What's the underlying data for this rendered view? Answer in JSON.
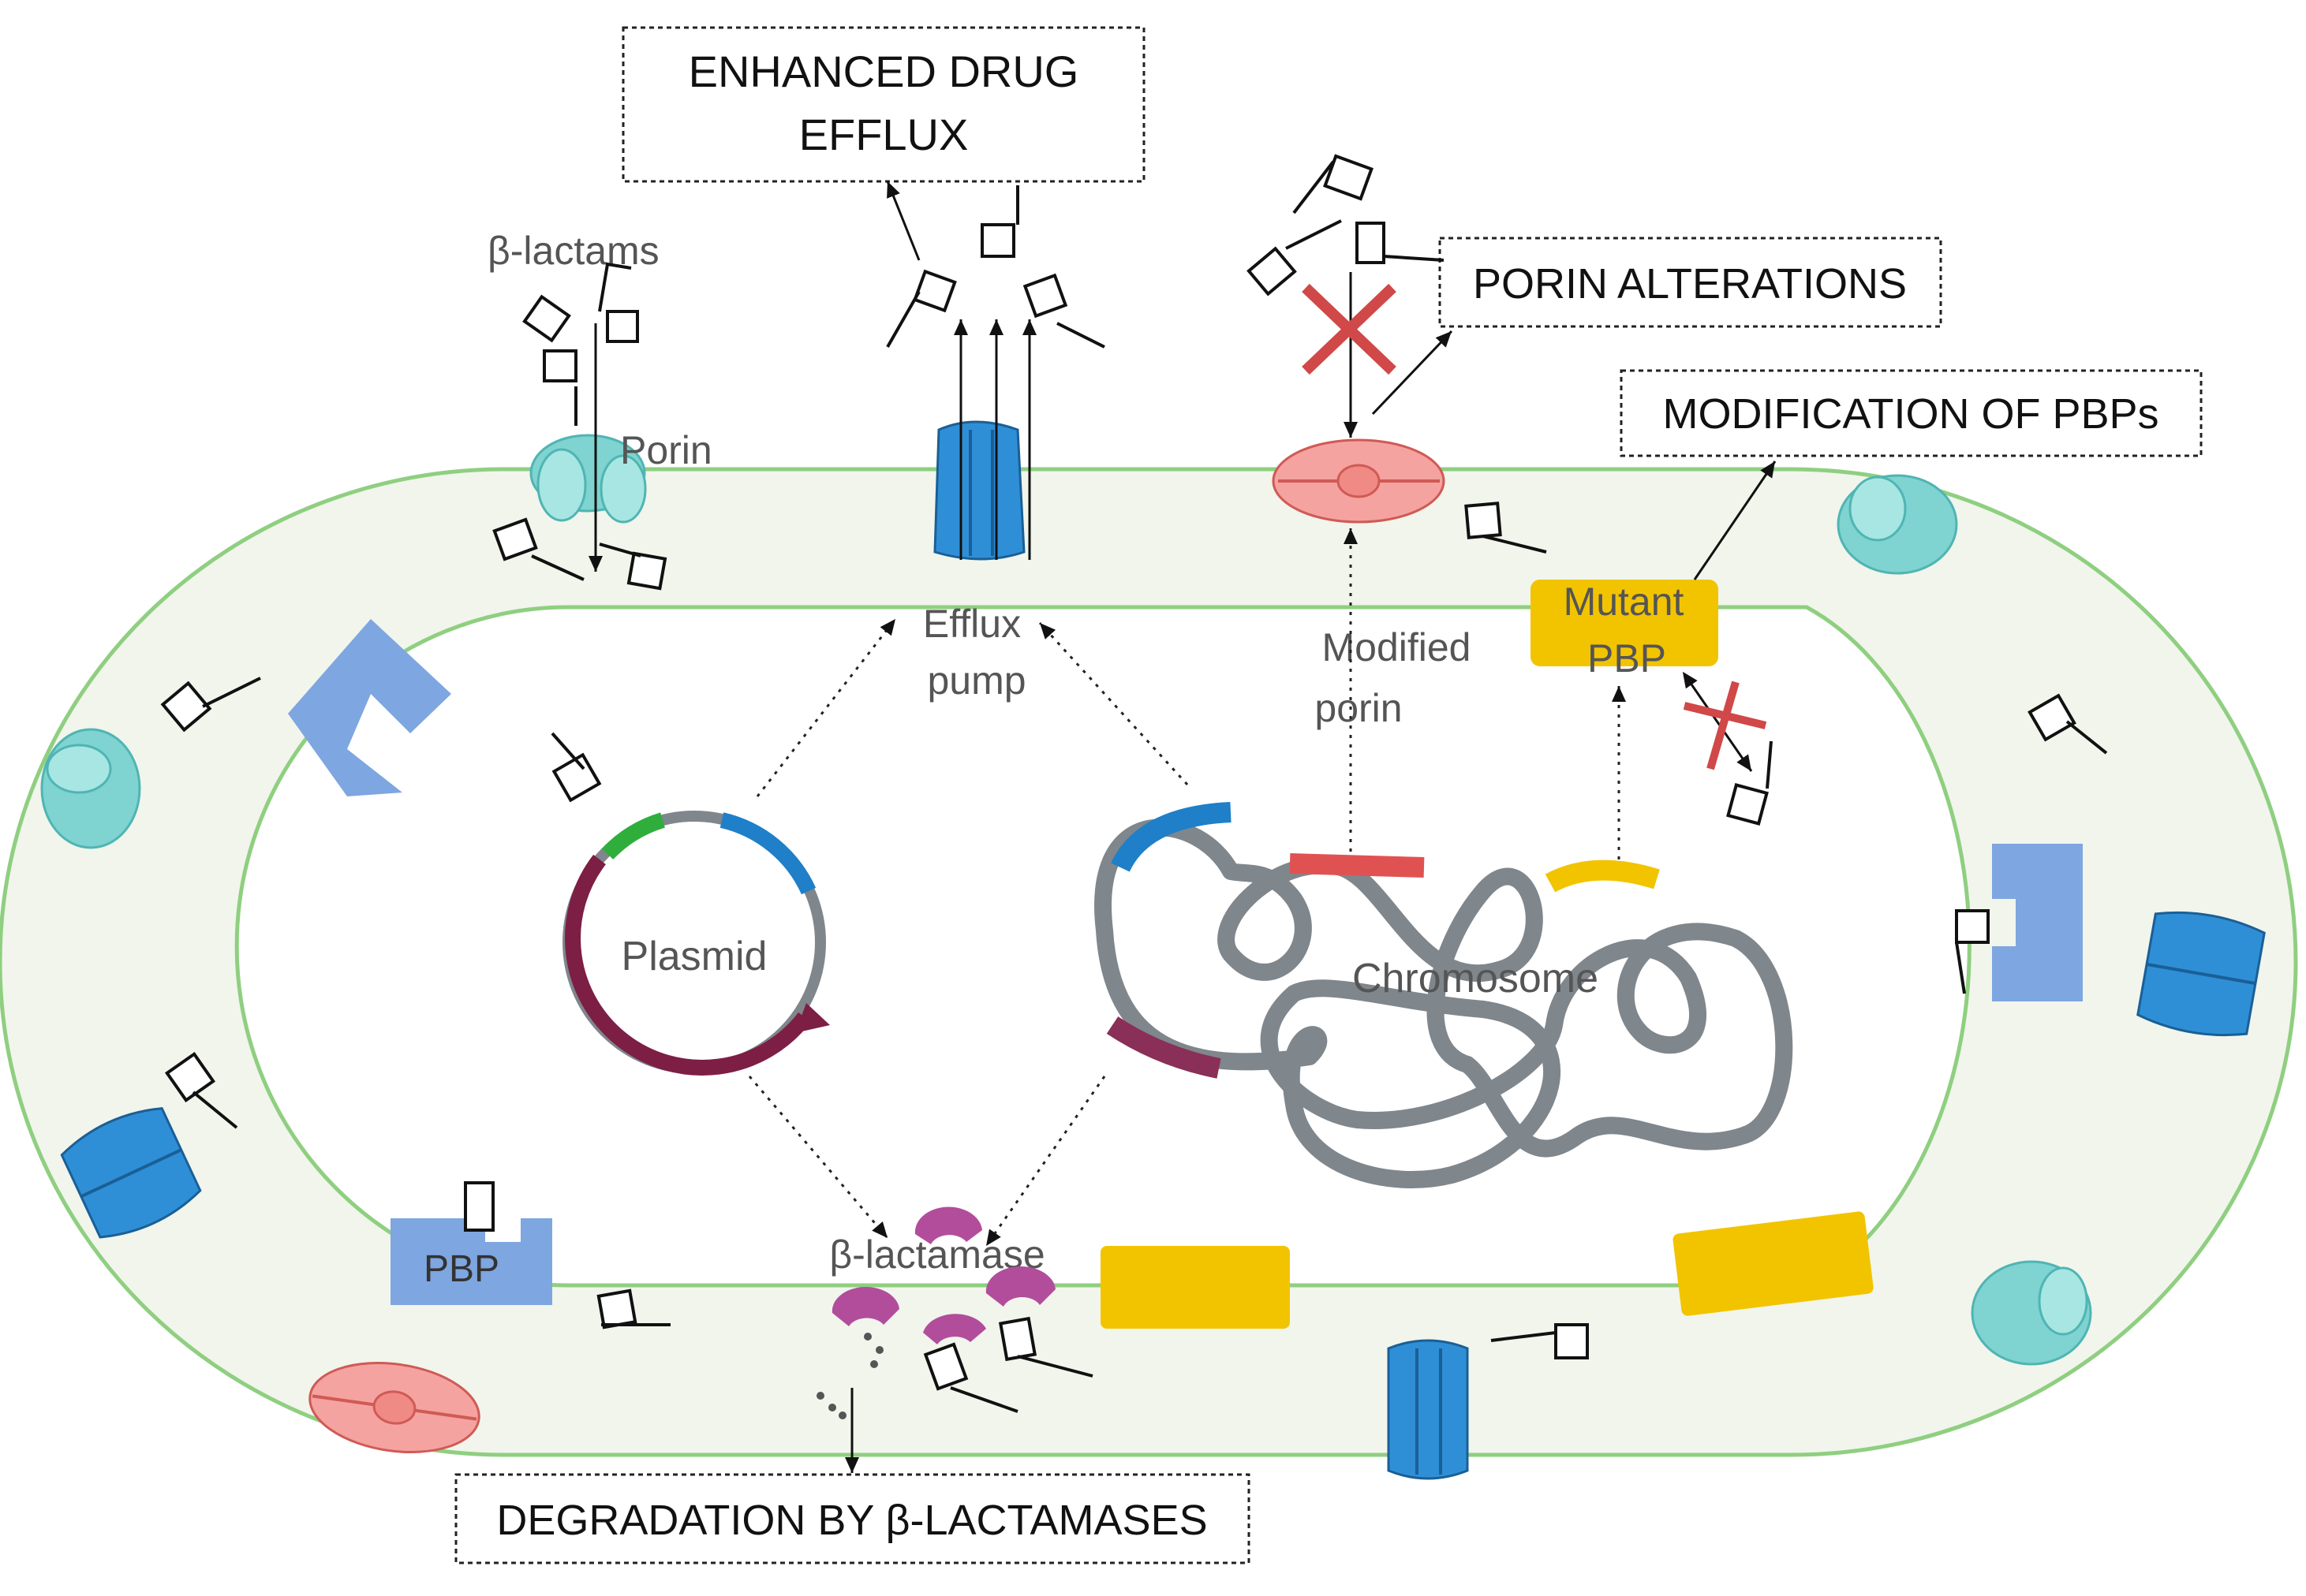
{
  "boxes": {
    "efflux": [
      "ENHANCED DRUG",
      "EFFLUX"
    ],
    "porin": "PORIN ALTERATIONS",
    "pbp": "MODIFICATION OF PBPs",
    "lactamase": "DEGRADATION BY β-LACTAMASES"
  },
  "labels": {
    "beta_lactams": "β-lactams",
    "porin": "Porin",
    "efflux_pump": [
      "Efflux",
      "pump"
    ],
    "modified_porin": [
      "Modified",
      "porin"
    ],
    "mutant_pbp": [
      "Mutant",
      "PBP"
    ],
    "plasmid": "Plasmid",
    "chromosome": "Chromosome",
    "pbp": "PBP",
    "beta_lactamase": "β-lactamase"
  },
  "colors": {
    "membrane_line": "#8fcf80",
    "periplasm_fill": "#f1f5ec",
    "porin_teal": "#7fd3d0",
    "pump_blue": "#2f8fd6",
    "modified_porin_pink": "#f4a3a0",
    "pbp_blue": "#7ea6e0",
    "mutant_pbp_yellow": "#f2c400",
    "lactamase_purple": "#b24d9c",
    "plasmid_maroon": "#7d1e45",
    "chromosome_gray": "#7f868c",
    "gene_blue": "#1f7fc8",
    "gene_green": "#2fae3c",
    "gene_red": "#e05252",
    "gene_yellow": "#f2c400",
    "cross_red": "#d04848"
  }
}
